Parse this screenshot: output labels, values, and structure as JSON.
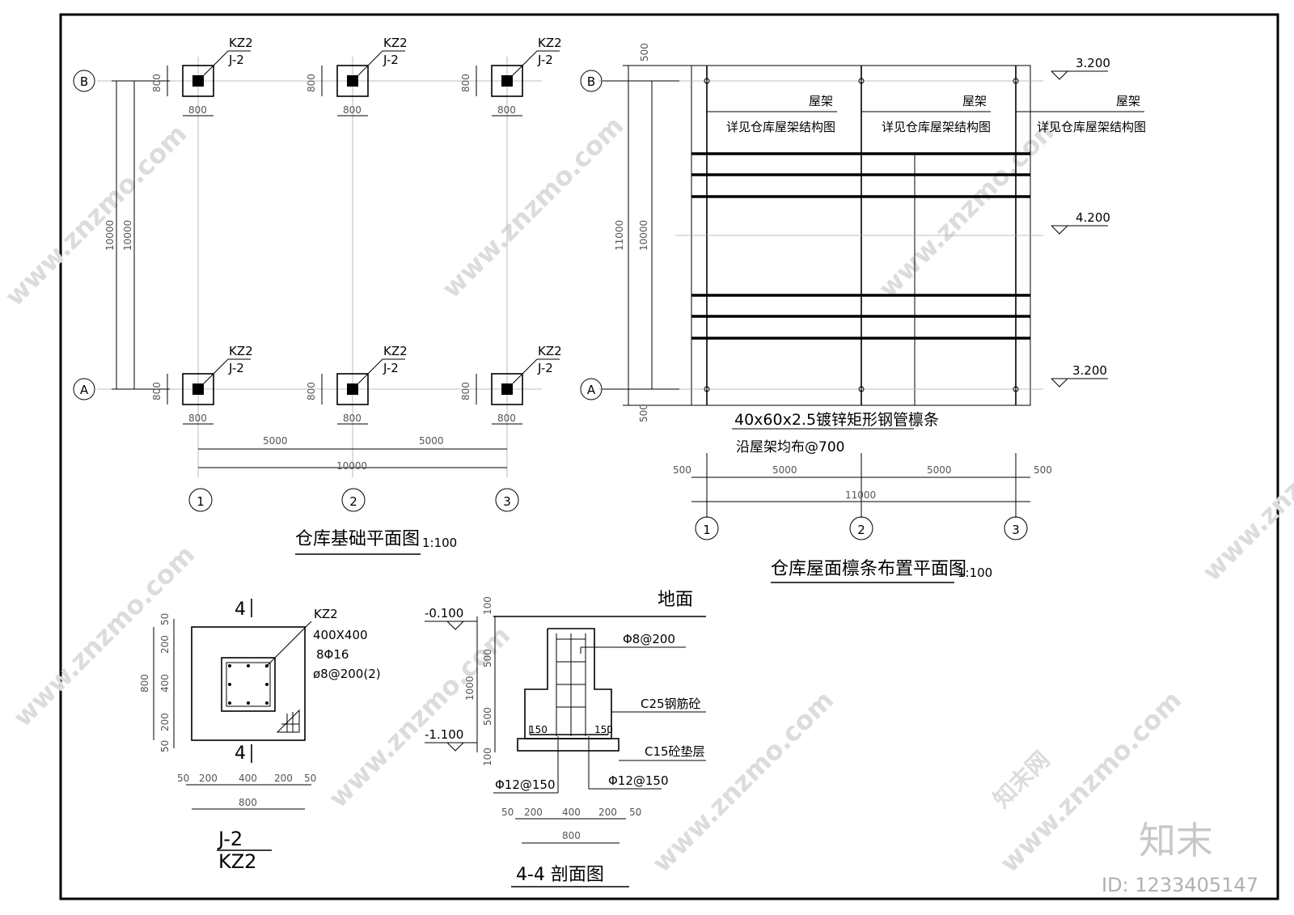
{
  "labels": {
    "axis_a": "A",
    "axis_b": "B",
    "axis_1": "1",
    "axis_2": "2",
    "axis_3": "3",
    "kz2": "KZ2",
    "j2": "J-2",
    "roof_truss": "屋架",
    "roof_truss_note": "详见仓库屋架结构图",
    "elev_top": "3.200",
    "elev_mid": "4.200",
    "elev_bot": "3.200",
    "purlin_spec": "40x60x2.5镀锌矩形钢管檩条",
    "purlin_spacing": "沿屋架均布@700",
    "ground": "地面",
    "col_size": "400X400",
    "col_rebar": "8Φ16",
    "col_stirrup": "ø8@200(2)",
    "sec_stirrup": "Φ8@200",
    "sec_c25": "C25钢筋砼",
    "sec_c15": "C15砼垫层",
    "sec_bottom_bars": "Φ12@150",
    "elev_ground": "-0.100",
    "elev_base": "-1.100"
  },
  "dims": {
    "d800": "800",
    "d5000": "5000",
    "d10000": "10000",
    "d11000": "11000",
    "d500": "500",
    "d50": "50",
    "d200": "200",
    "d400": "400",
    "d100": "100",
    "d1000": "1000",
    "d150": "150"
  },
  "titles": {
    "foundation_plan": "仓库基础平面图",
    "foundation_scale": "1:100",
    "purlin_plan": "仓库屋面檩条布置平面图",
    "purlin_scale": "1:100",
    "detail_j2": "J-2",
    "detail_kz2": "KZ2",
    "section": "4-4 剖面图",
    "section_mark": "4"
  },
  "watermark": {
    "site": "www.znzmo.com",
    "brand": "知末网",
    "logo": "知末",
    "id": "ID: 1233405147"
  }
}
